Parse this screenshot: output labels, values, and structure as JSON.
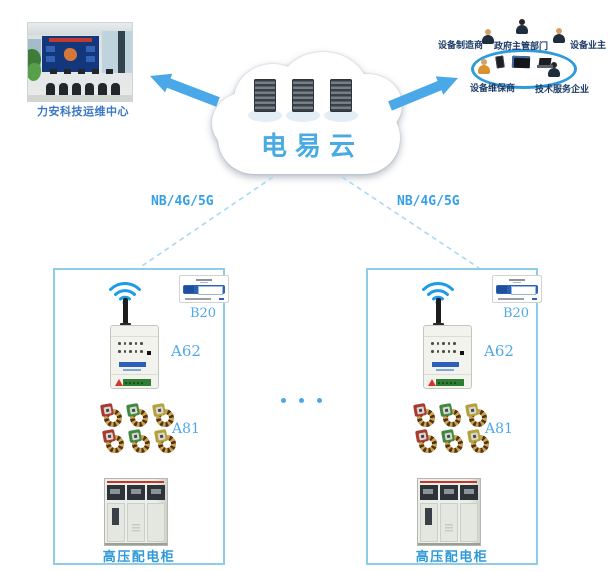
{
  "colors": {
    "accent_blue": "#49abe3",
    "link_blue": "#35a0e8",
    "label_blue": "#4fa8e8",
    "navy_label": "#1c3a66",
    "panel_border": "#8ecdea"
  },
  "operations_center": {
    "label": "力安科技运维中心"
  },
  "cloud": {
    "title": "电易云",
    "server_count": 3
  },
  "stakeholders": {
    "labels": [
      "设备制造商",
      "政府主管部门",
      "设备业主",
      "设备维保商",
      "技术服务企业"
    ]
  },
  "links": {
    "left": "NB/4G/5G",
    "right": "NB/4G/5G"
  },
  "separator": {
    "style": "dots",
    "count": 3
  },
  "panels": [
    {
      "gateway": "B20",
      "collector": "A62",
      "sensor": "A81",
      "cabinet": "高压配电柜"
    },
    {
      "gateway": "B20",
      "collector": "A62",
      "sensor": "A81",
      "cabinet": "高压配电柜"
    }
  ]
}
